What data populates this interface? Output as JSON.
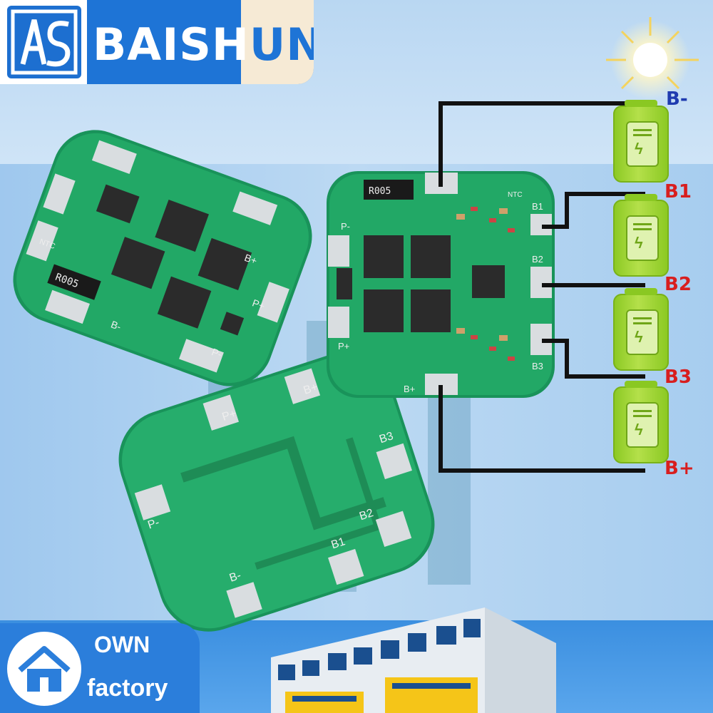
{
  "brand": {
    "name_main": "BAISH",
    "name_tail": "UN"
  },
  "terminals": {
    "b_minus": "B-",
    "b1": "B1",
    "b2": "B2",
    "b3": "B3",
    "b_plus": "B+"
  },
  "pcb_labels": {
    "resistor": "R005",
    "ntc": "NTC",
    "p_minus": "P-",
    "p_plus": "P+",
    "b_minus": "B-",
    "b_plus": "B+",
    "b1": "B1",
    "b2": "B2",
    "b3": "B3"
  },
  "factory": {
    "line1": "OWN",
    "line2": "factory"
  },
  "colors": {
    "brand_blue": "#1e74d6",
    "pcb_green": "#1f9a62",
    "cell_green": "#8ac822",
    "label_red": "#d81e1e",
    "label_blue": "#1f3bb0"
  }
}
